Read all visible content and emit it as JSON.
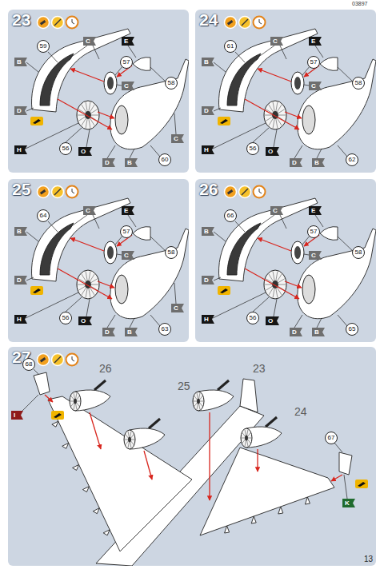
{
  "diagram": {
    "nodes": [
      {
        "text": [
          "23"
        ]
      },
      {
        "text": [
          "59"
        ],
        "in": 0
      },
      {
        "text": [
          "C"
        ],
        "in": 0
      },
      {
        "text": [
          "E"
        ],
        "in": 0
      },
      {
        "text": [
          "B"
        ],
        "in": 0
      },
      {
        "text": [
          "57"
        ],
        "in": 0
      },
      {
        "text": [
          "58"
        ],
        "in": 0
      },
      {
        "text": [
          "C"
        ],
        "in": 0
      },
      {
        "text": [
          "D"
        ],
        "in": 0
      },
      {
        "text": [
          "H"
        ],
        "in": 0
      },
      {
        "text": [
          "56"
        ],
        "in": 0
      },
      {
        "text": [
          "O"
        ],
        "in": 0
      },
      {
        "text": [
          "D"
        ],
        "in": 0
      },
      {
        "text": [
          "B"
        ],
        "in": 0
      },
      {
        "text": [
          "C"
        ],
        "in": 0
      },
      {
        "text": [
          "60"
        ],
        "in": 0
      },
      {
        "text": [
          "24"
        ]
      },
      {
        "text": [
          "61"
        ],
        "in": 16
      },
      {
        "text": [
          "C"
        ],
        "in": 16
      },
      {
        "text": [
          "E"
        ],
        "in": 16
      },
      {
        "text": [
          "B"
        ],
        "in": 16
      },
      {
        "text": [
          "57"
        ],
        "in": 16
      },
      {
        "text": [
          "58"
        ],
        "in": 16
      },
      {
        "text": [
          "C"
        ],
        "in": 16
      },
      {
        "text": [
          "D"
        ],
        "in": 16
      },
      {
        "text": [
          "H"
        ],
        "in": 16
      },
      {
        "text": [
          "56"
        ],
        "in": 16
      },
      {
        "text": [
          "O"
        ],
        "in": 16
      },
      {
        "text": [
          "D"
        ],
        "in": 16
      },
      {
        "text": [
          "B"
        ],
        "in": 16
      },
      {
        "text": [
          "62"
        ],
        "in": 16
      },
      {
        "text": [
          "25"
        ]
      },
      {
        "text": [
          "64"
        ],
        "in": 31
      },
      {
        "text": [
          "C"
        ],
        "in": 31
      },
      {
        "text": [
          "E"
        ],
        "in": 31
      },
      {
        "text": [
          "B"
        ],
        "in": 31
      },
      {
        "text": [
          "57"
        ],
        "in": 31
      },
      {
        "text": [
          "58"
        ],
        "in": 31
      },
      {
        "text": [
          "C"
        ],
        "in": 31
      },
      {
        "text": [
          "D"
        ],
        "in": 31
      },
      {
        "text": [
          "H"
        ],
        "in": 31
      },
      {
        "text": [
          "56"
        ],
        "in": 31
      },
      {
        "text": [
          "O"
        ],
        "in": 31
      },
      {
        "text": [
          "D"
        ],
        "in": 31
      },
      {
        "text": [
          "B"
        ],
        "in": 31
      },
      {
        "text": [
          "C"
        ],
        "in": 31
      },
      {
        "text": [
          "63"
        ],
        "in": 31
      },
      {
        "text": [
          "26"
        ]
      },
      {
        "text": [
          "66"
        ],
        "in": 47
      },
      {
        "text": [
          "C"
        ],
        "in": 47
      },
      {
        "text": [
          "E"
        ],
        "in": 47
      },
      {
        "text": [
          "B"
        ],
        "in": 47
      },
      {
        "text": [
          "57"
        ],
        "in": 47
      },
      {
        "text": [
          "58"
        ],
        "in": 47
      },
      {
        "text": [
          "C"
        ],
        "in": 47
      },
      {
        "text": [
          "D"
        ],
        "in": 47
      },
      {
        "text": [
          "H"
        ],
        "in": 47
      },
      {
        "text": [
          "56"
        ],
        "in": 47
      },
      {
        "text": [
          "O"
        ],
        "in": 47
      },
      {
        "text": [
          "D"
        ],
        "in": 47
      },
      {
        "text": [
          "B"
        ],
        "in": 47
      },
      {
        "text": [
          "65"
        ],
        "in": 47
      },
      {
        "text": [
          "27"
        ]
      },
      {
        "text": [
          "68"
        ],
        "in": 62
      },
      {
        "text": [
          "I"
        ],
        "in": 62
      },
      {
        "text": [
          "67"
        ],
        "in": 62
      },
      {
        "text": [
          "K"
        ],
        "in": 62
      }
    ],
    "labels": [
      "03897",
      "26",
      "25",
      "23",
      "24",
      "13"
    ]
  }
}
